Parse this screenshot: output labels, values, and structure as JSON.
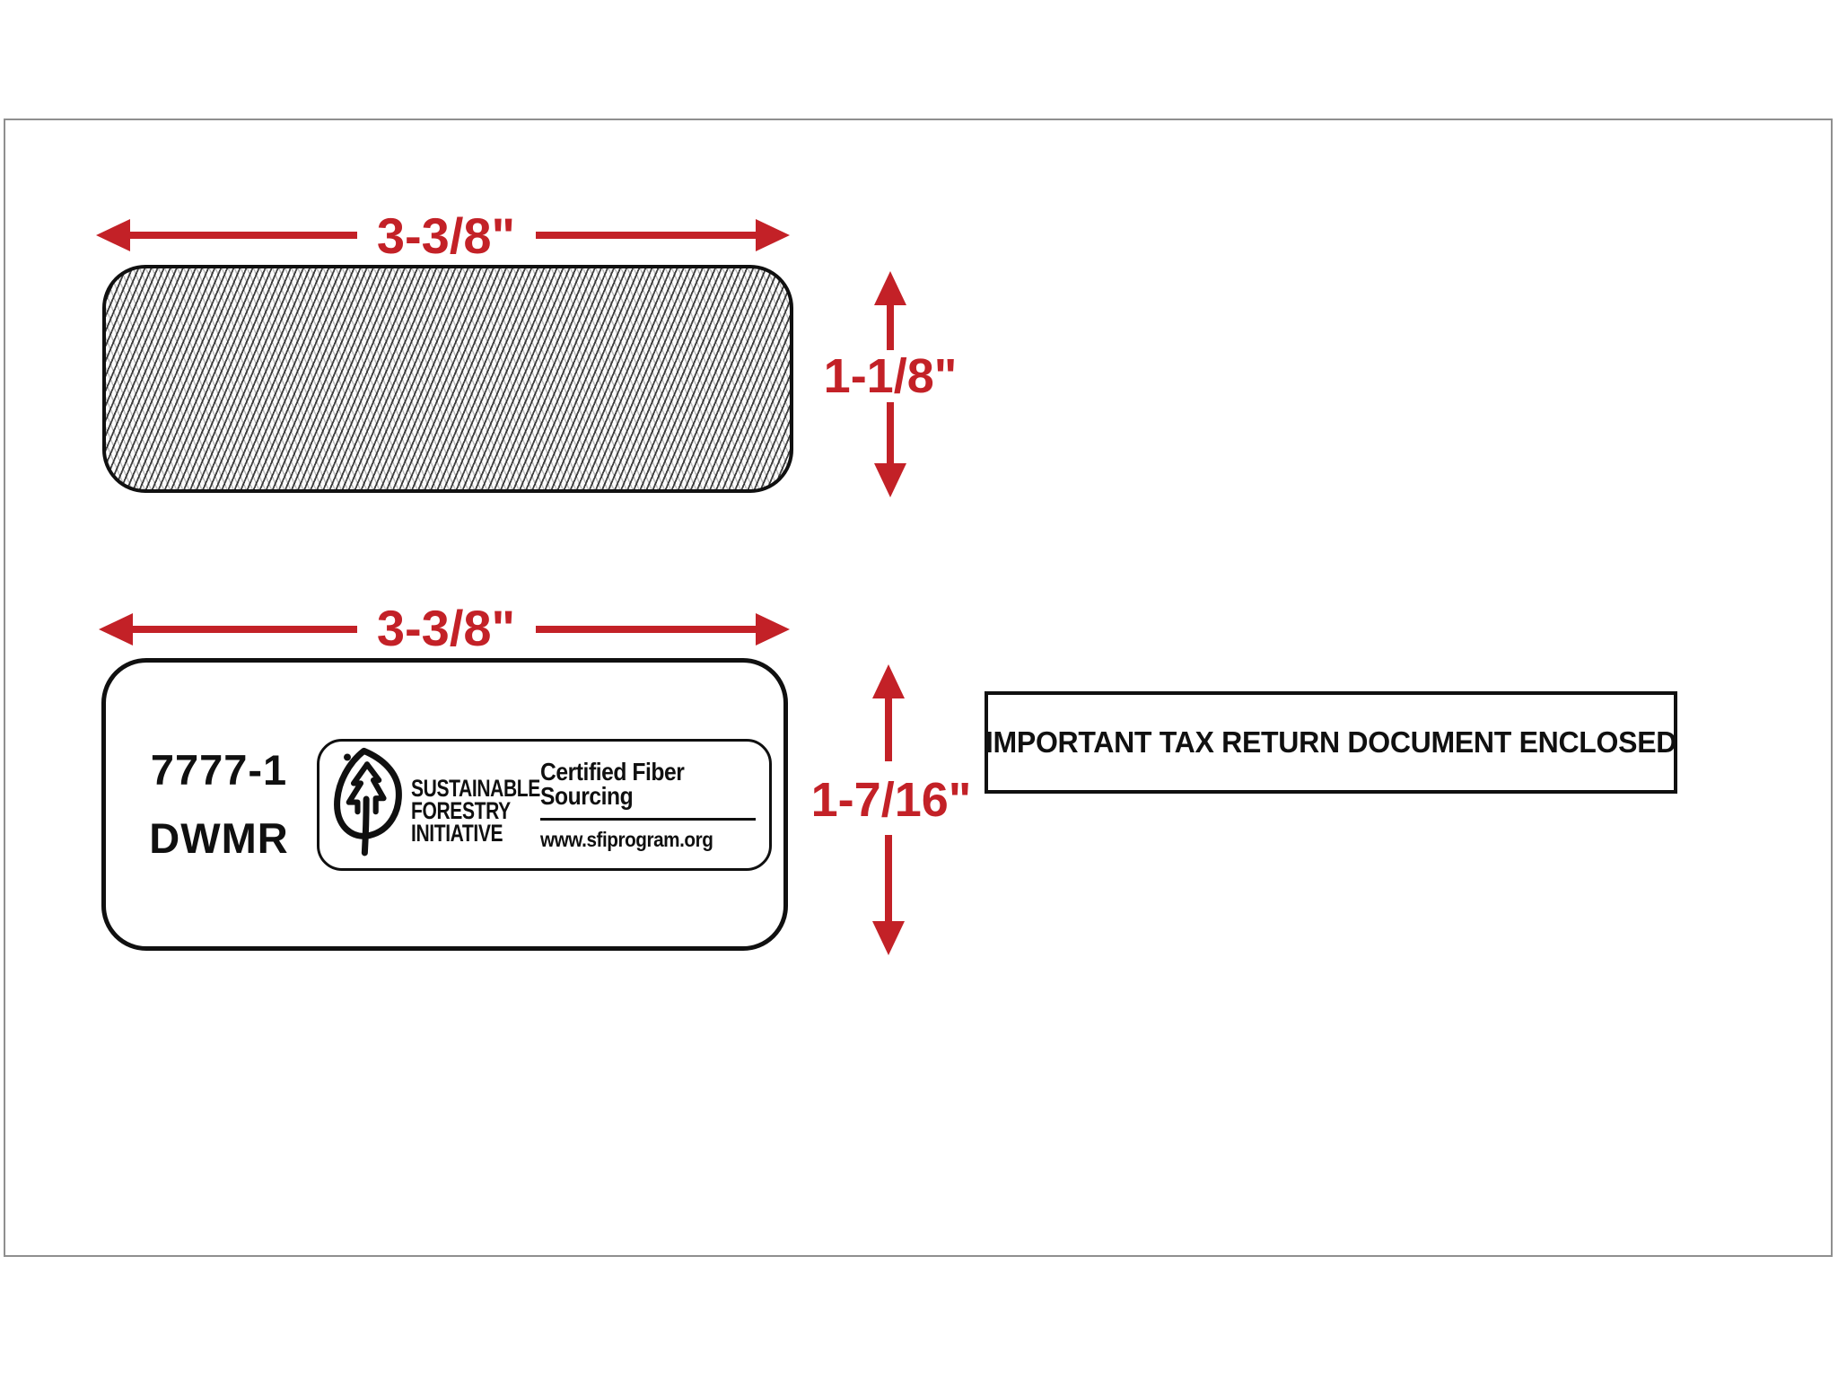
{
  "colors": {
    "dimension_red": "#c32127",
    "line_black": "#101010",
    "envelope_border": "#8f8f8f"
  },
  "dimensions": {
    "top_window_width": "3-3/8\"",
    "top_window_height": "1-1/8\"",
    "bottom_window_width": "3-3/8\"",
    "bottom_window_height": "1-7/16\""
  },
  "bottom_window": {
    "part_number": "7777-1",
    "form_code": "DWMR"
  },
  "sfi_label": {
    "org_lines": [
      "SUSTAINABLE",
      "FORESTRY",
      "INITIATIVE"
    ],
    "cert_line1": "Certified Fiber",
    "cert_line2": "Sourcing",
    "url": "www.sfiprogram.org",
    "leaf_icon": "sfi-leaf-tree-icon"
  },
  "notice_box": {
    "text": "IMPORTANT TAX RETURN DOCUMENT ENCLOSED"
  }
}
